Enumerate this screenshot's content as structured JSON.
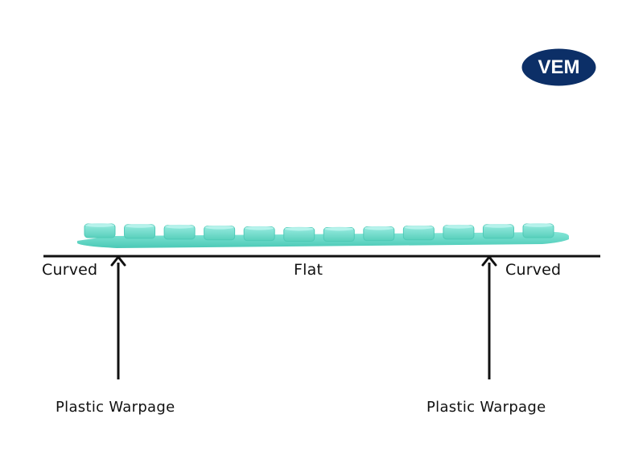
{
  "brand": {
    "logo_text": "VEM",
    "logo_color": "#0c2f67"
  },
  "labels": {
    "left": "Curved",
    "center": "Flat",
    "right": "Curved",
    "bottom_left": "Plastic Warpage",
    "bottom_right": "Plastic Warpage"
  },
  "colors": {
    "part_light": "#73dfcf",
    "part_mid": "#54d1bd",
    "part_dark": "#3ebfa9",
    "line": "#111111",
    "text": "#111111"
  }
}
